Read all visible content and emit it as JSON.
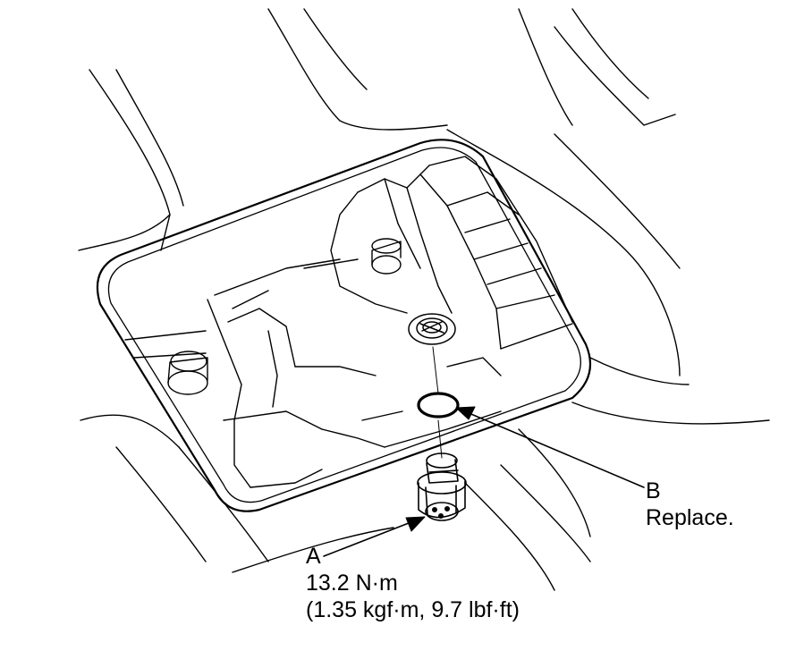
{
  "callouts": {
    "a": {
      "letter": "A",
      "torque_nm": "13.2 N·m",
      "torque_alt": "(1.35 kgf·m, 9.7 lbf·ft)"
    },
    "b": {
      "letter": "B",
      "note": "Replace."
    }
  },
  "colors": {
    "line": "#000000",
    "background": "#ffffff"
  }
}
